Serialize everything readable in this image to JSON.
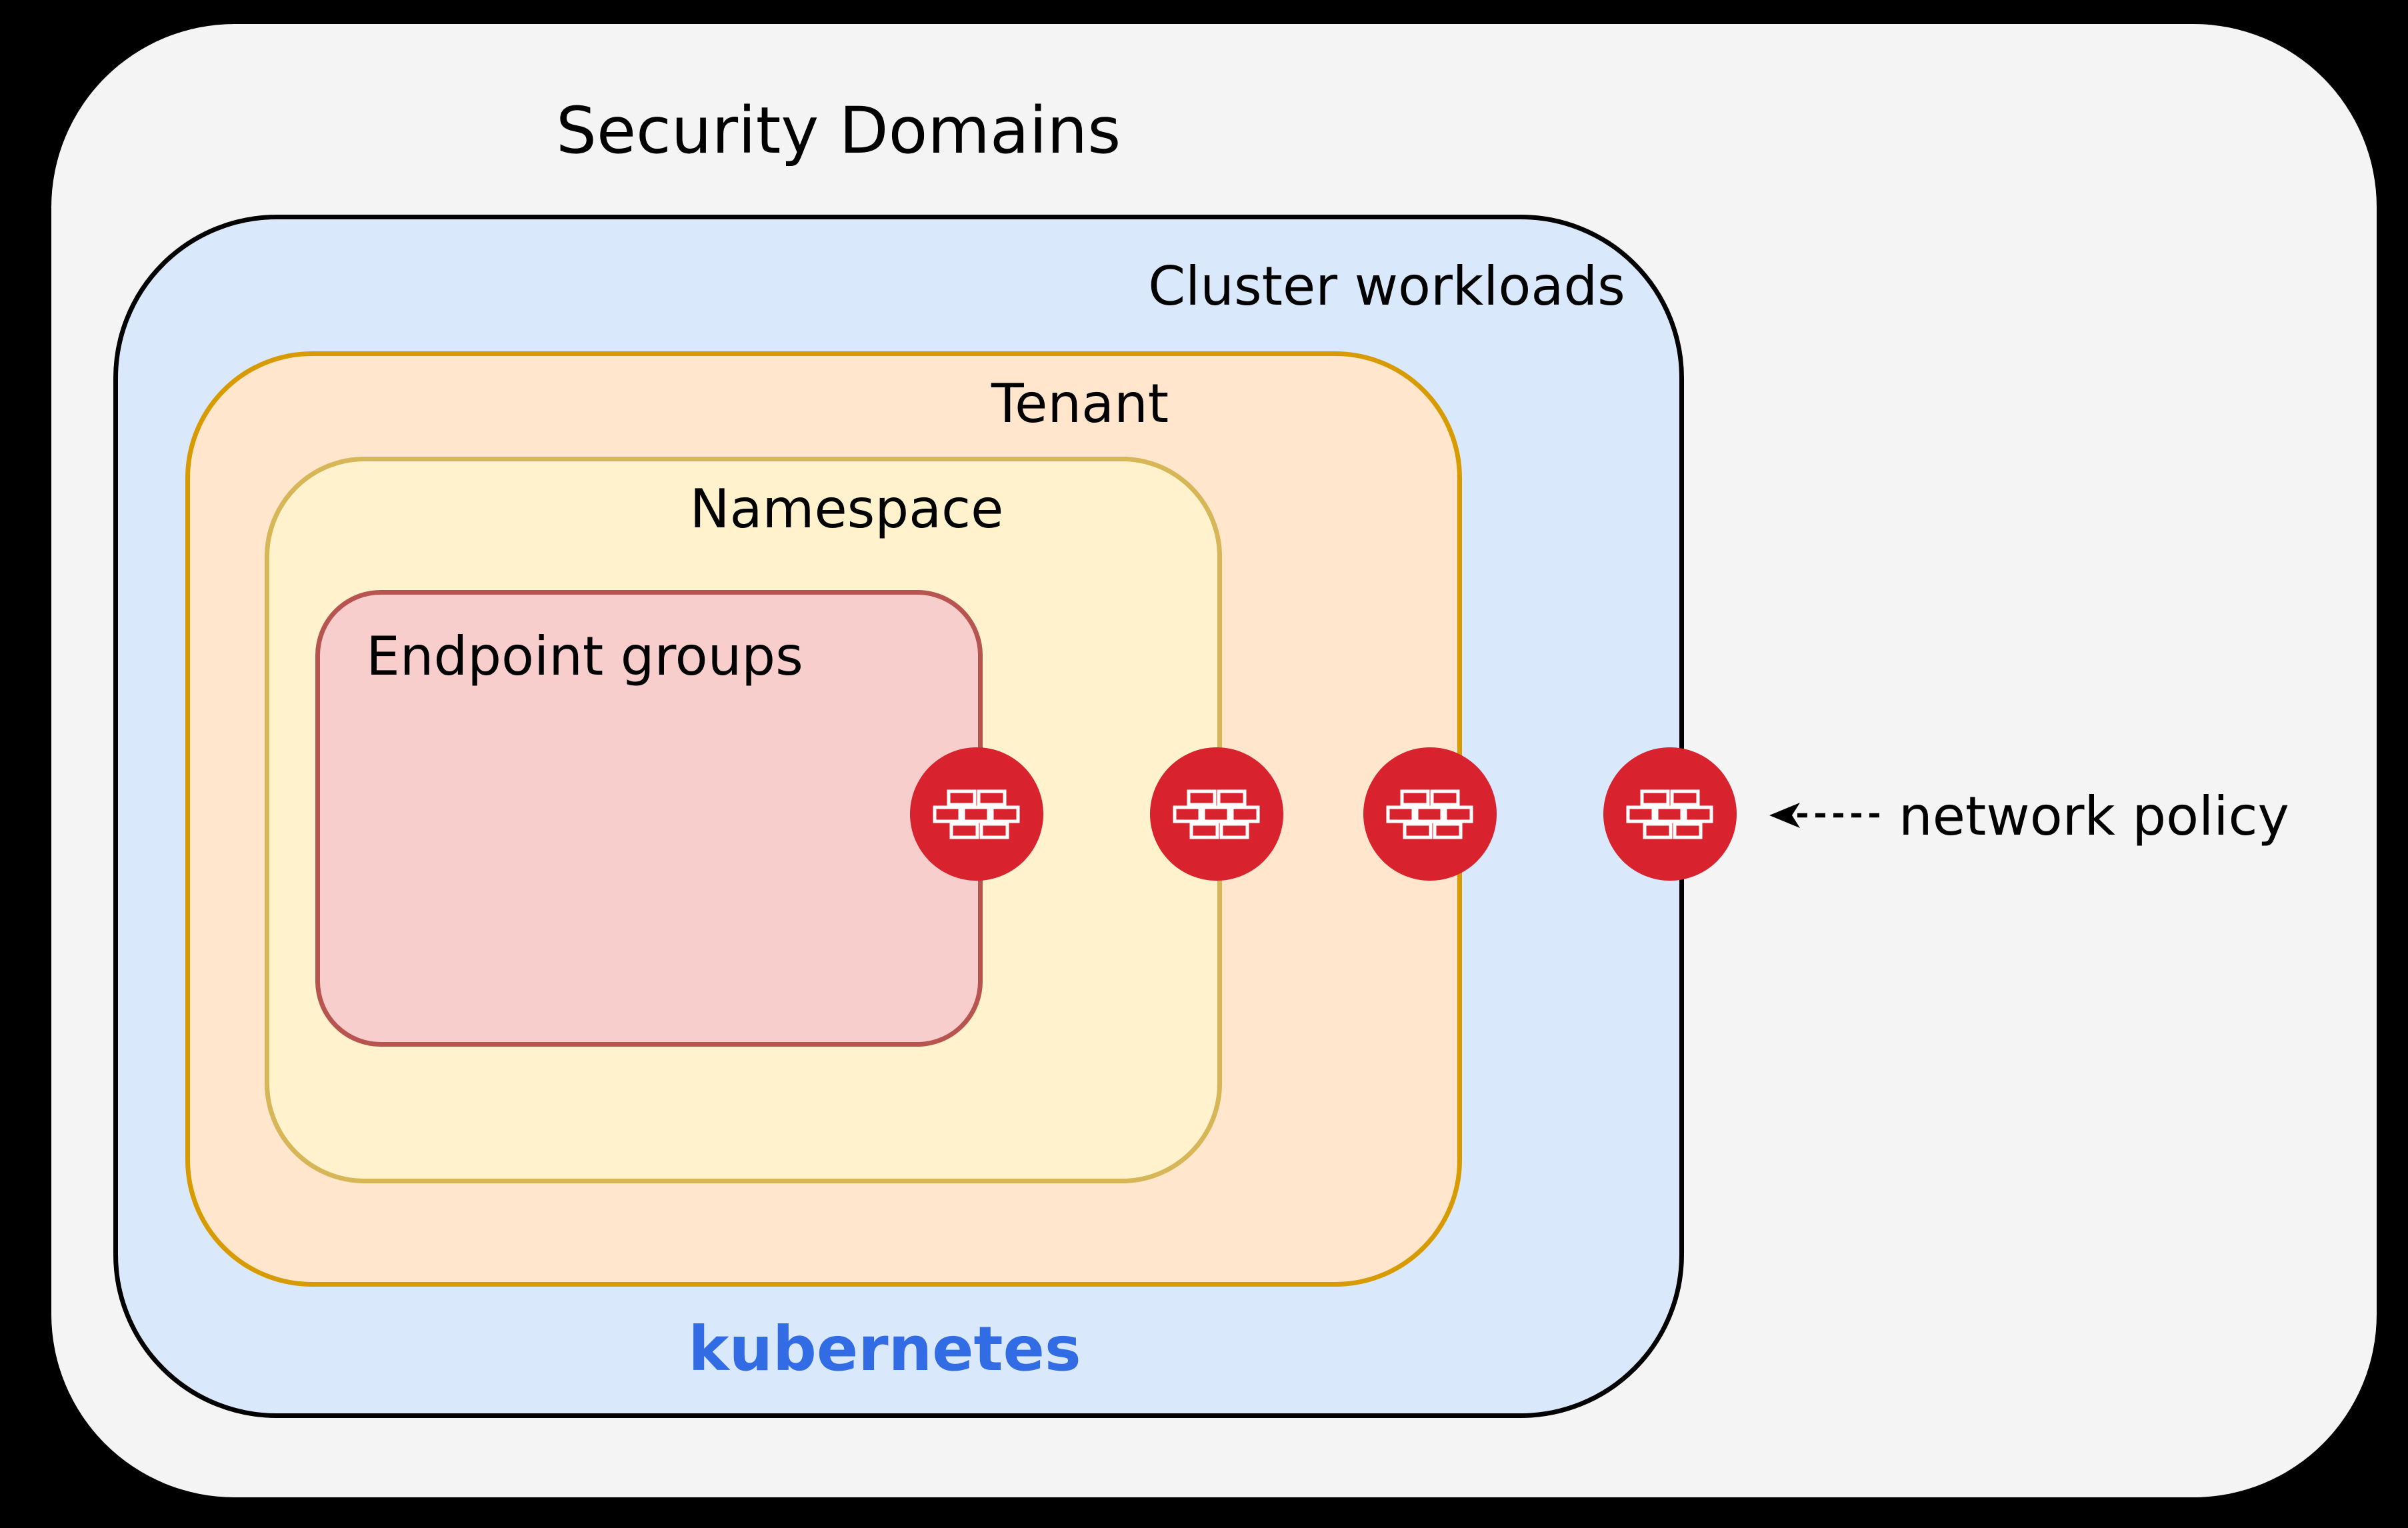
{
  "title": "Security Domains",
  "domains": [
    {
      "label": "Cluster workloads",
      "fill": "#dae8fc",
      "border_color": "#000000"
    },
    {
      "label": "Tenant",
      "fill": "#ffe6cc",
      "border_color": "#d79b00"
    },
    {
      "label": "Namespace",
      "fill": "#fff2cc",
      "border_color": "#d6b656"
    },
    {
      "label": "Endpoint groups",
      "fill": "#f8cecc",
      "border_color": "#b85450"
    }
  ],
  "kubernetes": {
    "label": "kubernetes",
    "color": "#326ce5"
  },
  "firewalls": {
    "count": 4,
    "icon": "firewall-brick-wall-icon",
    "color": "#d8232e"
  },
  "annotation": {
    "label": "network policy"
  },
  "panel": {
    "background": "#f4f4f4"
  }
}
